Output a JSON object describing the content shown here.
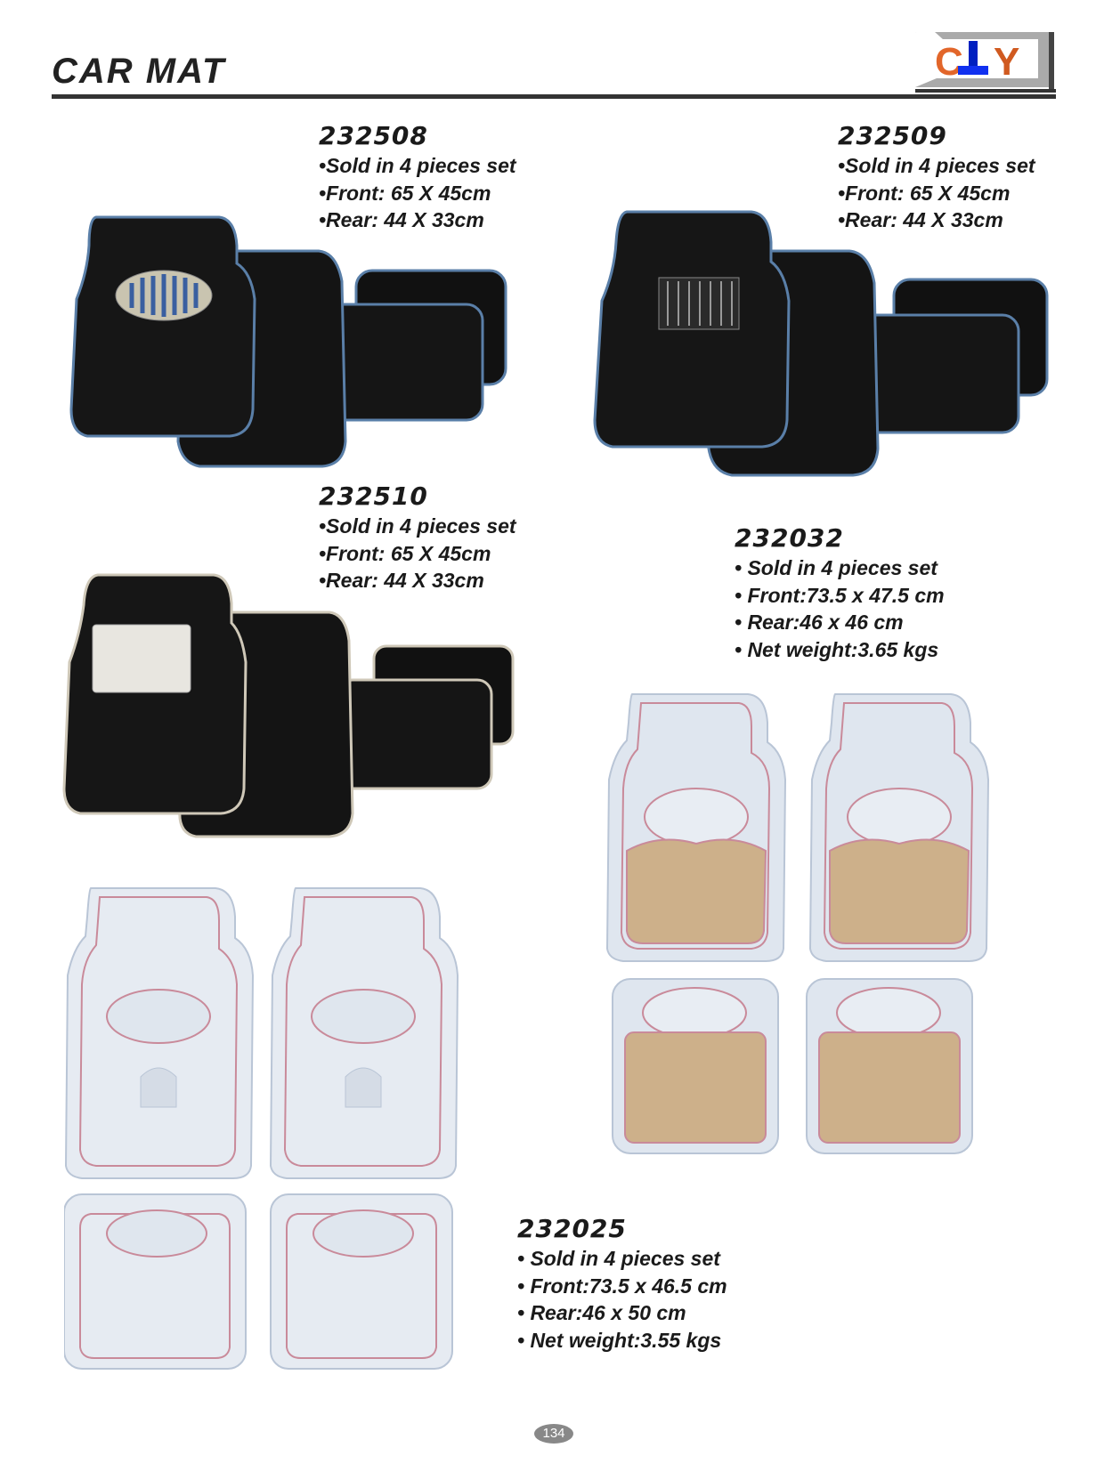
{
  "header": {
    "title": "CAR MAT",
    "logo_text": "CLY"
  },
  "products": [
    {
      "code": "232508",
      "lines": [
        "•Sold in 4 pieces set",
        "•Front: 65 X 45cm",
        "•Rear: 44 X 33cm"
      ]
    },
    {
      "code": "232509",
      "lines": [
        "•Sold in 4 pieces set",
        "•Front: 65 X 45cm",
        "•Rear: 44 X 33cm"
      ]
    },
    {
      "code": "232510",
      "lines": [
        "•Sold in 4 pieces set",
        "•Front: 65 X 45cm",
        "•Rear: 44 X 33cm"
      ]
    },
    {
      "code": "232032",
      "lines": [
        "• Sold in 4 pieces set",
        "• Front:73.5 x 47.5 cm",
        "• Rear:46 x 46 cm",
        "• Net weight:3.65 kgs"
      ]
    },
    {
      "code": "232025",
      "lines": [
        "• Sold in 4 pieces set",
        "• Front:73.5 x 46.5 cm",
        "• Rear:46 x 50 cm",
        "• Net weight:3.55 kgs"
      ]
    }
  ],
  "footer": {
    "page_number": "134"
  }
}
